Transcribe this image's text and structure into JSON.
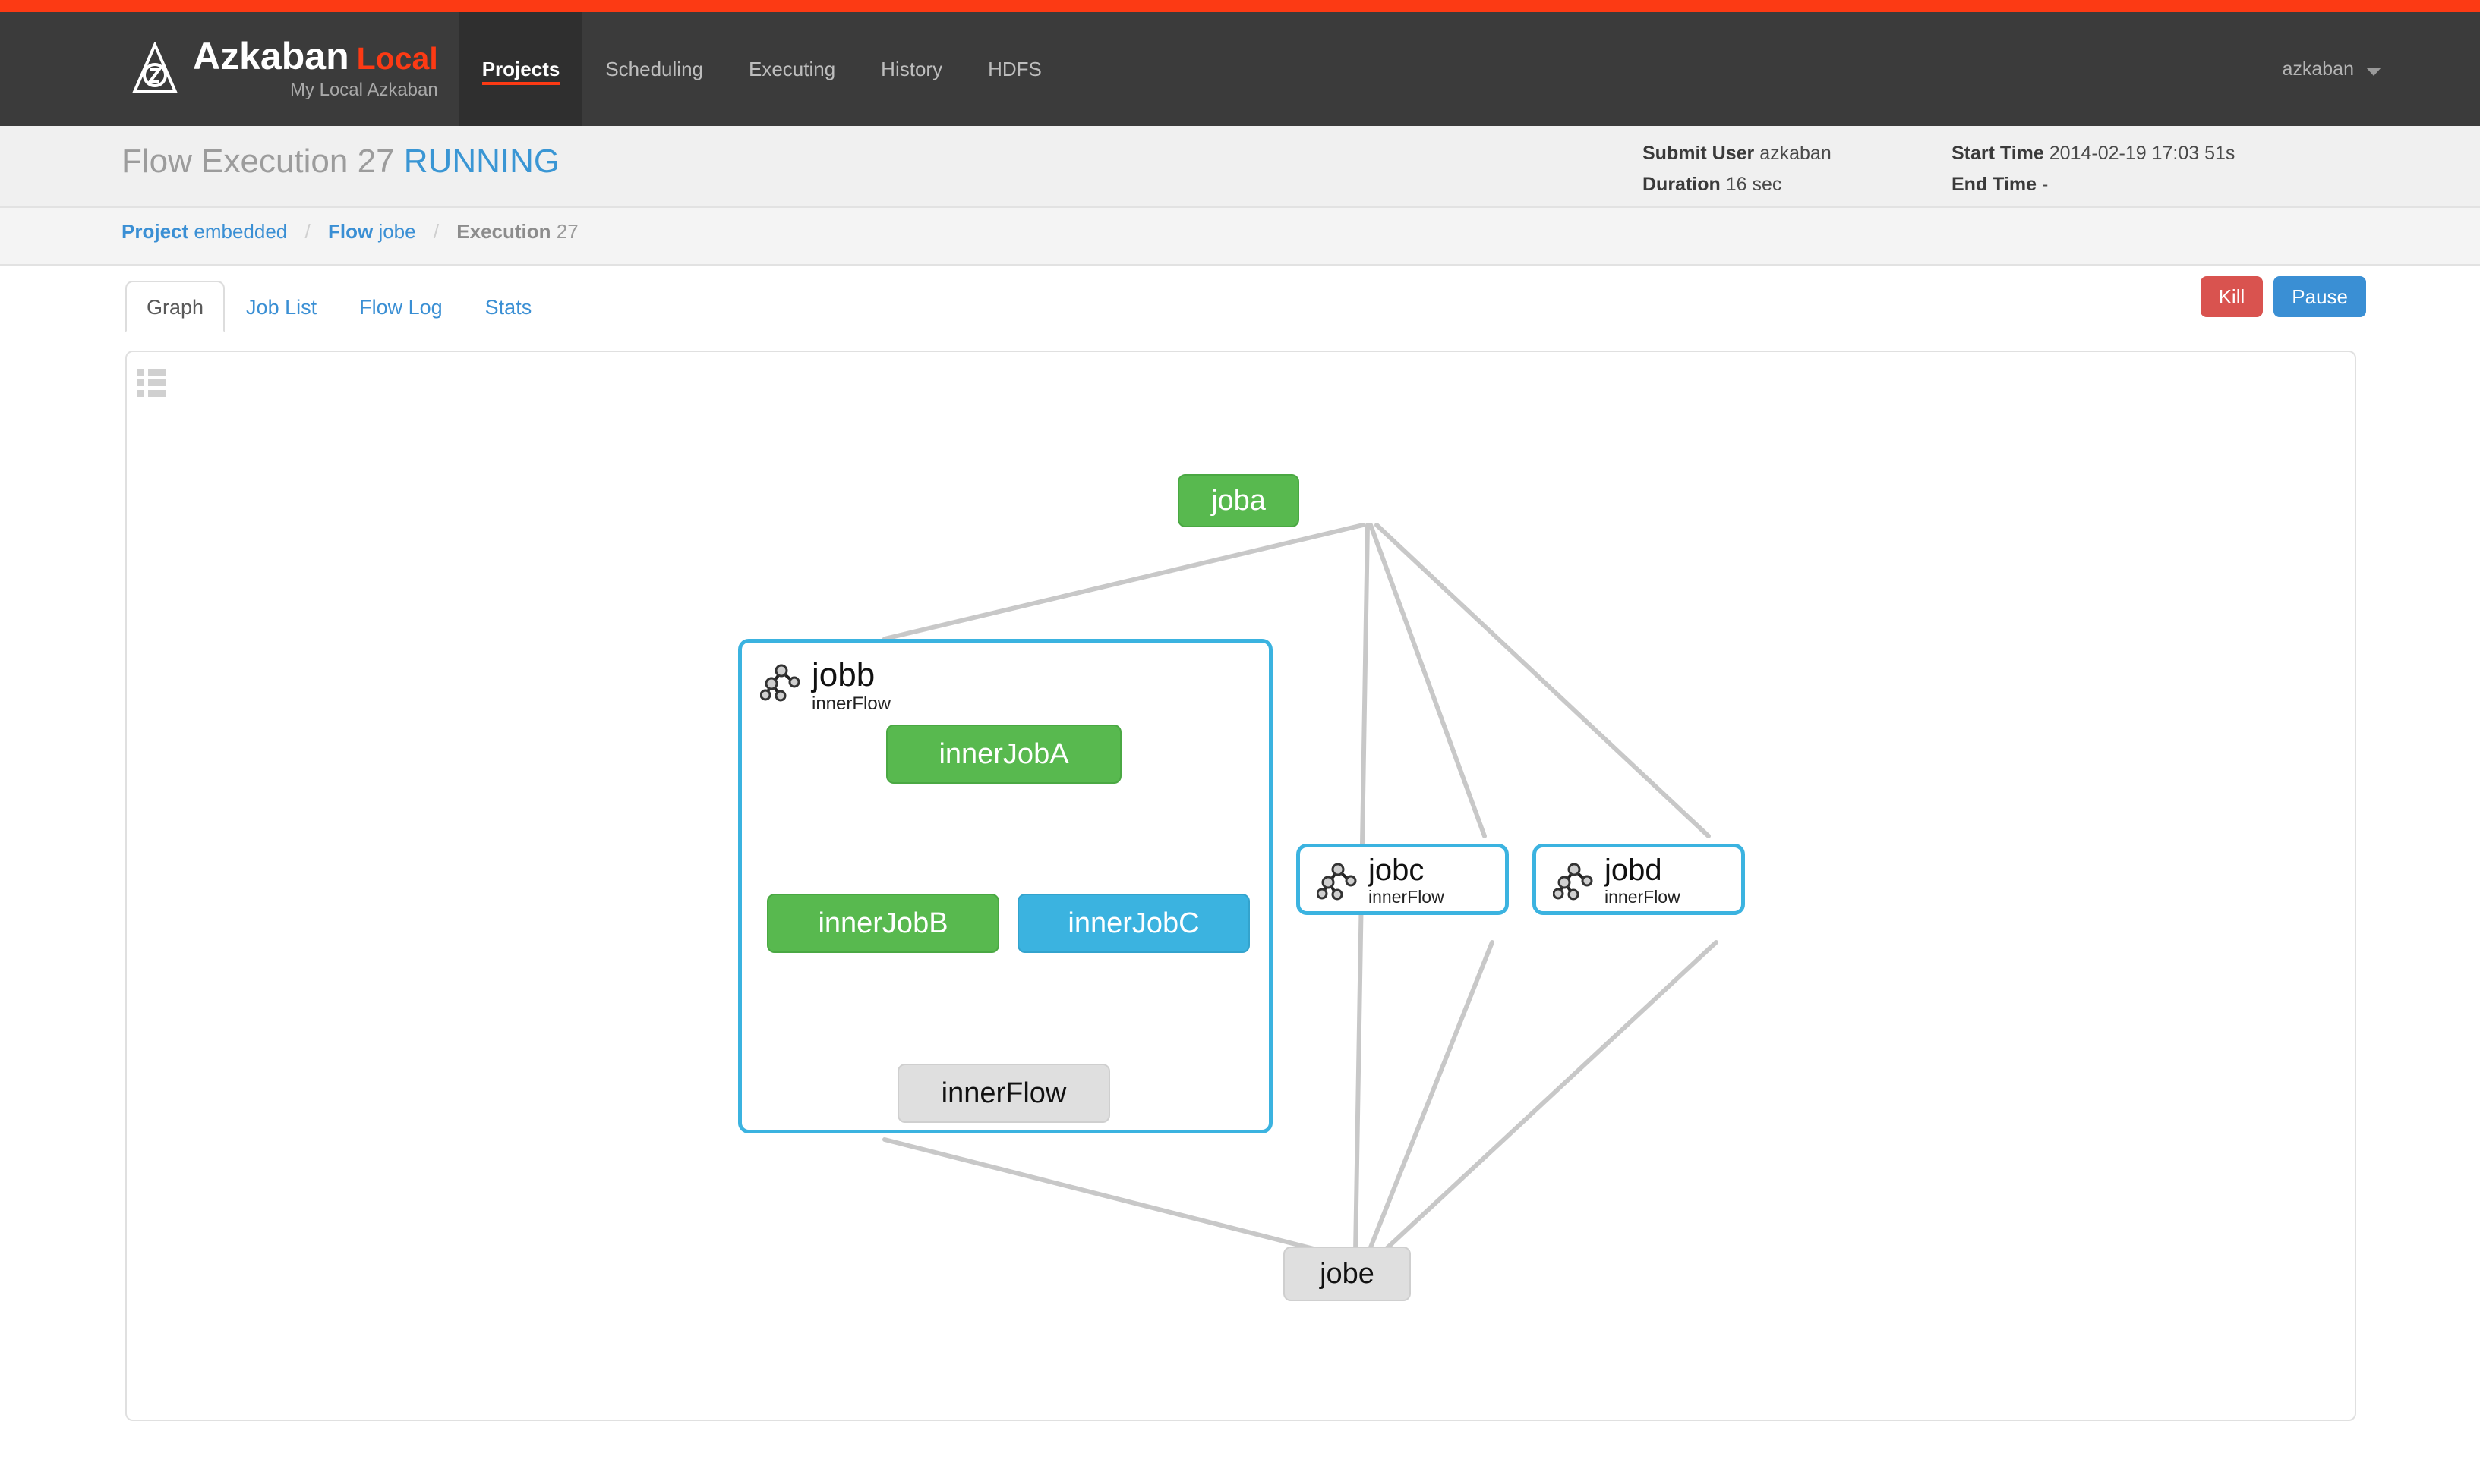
{
  "navbar": {
    "logo_icon": "azkaban-logo-icon",
    "brand": "Azkaban",
    "brand_suffix": "Local",
    "brand_sub": "My Local Azkaban",
    "items": [
      {
        "label": "Projects",
        "active": true
      },
      {
        "label": "Scheduling",
        "active": false
      },
      {
        "label": "Executing",
        "active": false
      },
      {
        "label": "History",
        "active": false
      },
      {
        "label": "HDFS",
        "active": false
      }
    ],
    "user": "azkaban",
    "user_caret_icon": "chevron-down-icon"
  },
  "execution": {
    "title_prefix": "Flow Execution",
    "exec_id": "27",
    "status": "RUNNING",
    "meta": {
      "submit_user_label": "Submit User",
      "submit_user_value": "azkaban",
      "duration_label": "Duration",
      "duration_value": "16 sec",
      "start_time_label": "Start Time",
      "start_time_value": "2014-02-19 17:03 51s",
      "end_time_label": "End Time",
      "end_time_value": "-"
    }
  },
  "breadcrumb": {
    "project_label": "Project",
    "project_value": "embedded",
    "flow_label": "Flow",
    "flow_value": "jobe",
    "execution_label": "Execution",
    "execution_value": "27",
    "separator": "/"
  },
  "tabs": [
    {
      "label": "Graph",
      "active": true
    },
    {
      "label": "Job List",
      "active": false
    },
    {
      "label": "Flow Log",
      "active": false
    },
    {
      "label": "Stats",
      "active": false
    }
  ],
  "actions": {
    "kill_label": "Kill",
    "pause_label": "Pause"
  },
  "graph": {
    "toolbar_icon": "list-menu-icon",
    "flow_icon": "flow-tree-icon",
    "colors": {
      "success": "#58b94f",
      "running": "#3bb3e0",
      "ready": "#dfdfdf",
      "edge": "#c8c8c8"
    },
    "nodes": [
      {
        "id": "joba",
        "label": "joba",
        "status": "success",
        "kind": "job"
      },
      {
        "id": "jobb",
        "label": "jobb",
        "sub": "innerFlow",
        "status": "running",
        "kind": "flow-expanded"
      },
      {
        "id": "innerJobA",
        "label": "innerJobA",
        "status": "success",
        "kind": "job"
      },
      {
        "id": "innerJobB",
        "label": "innerJobB",
        "status": "success",
        "kind": "job"
      },
      {
        "id": "innerJobC",
        "label": "innerJobC",
        "status": "running",
        "kind": "job"
      },
      {
        "id": "innerFlow",
        "label": "innerFlow",
        "status": "ready",
        "kind": "job"
      },
      {
        "id": "jobc",
        "label": "jobc",
        "sub": "innerFlow",
        "status": "running",
        "kind": "flow-collapsed"
      },
      {
        "id": "jobd",
        "label": "jobd",
        "sub": "innerFlow",
        "status": "running",
        "kind": "flow-collapsed"
      },
      {
        "id": "jobe",
        "label": "jobe",
        "status": "ready",
        "kind": "job"
      }
    ],
    "edges": [
      {
        "from": "joba",
        "to": "jobb"
      },
      {
        "from": "joba",
        "to": "jobc"
      },
      {
        "from": "joba",
        "to": "jobd"
      },
      {
        "from": "joba",
        "to": "jobe"
      },
      {
        "from": "innerJobA",
        "to": "innerJobB"
      },
      {
        "from": "innerJobA",
        "to": "innerJobC"
      },
      {
        "from": "innerJobB",
        "to": "innerFlow"
      },
      {
        "from": "innerJobC",
        "to": "innerFlow"
      },
      {
        "from": "jobb",
        "to": "jobe"
      },
      {
        "from": "jobc",
        "to": "jobe"
      },
      {
        "from": "jobd",
        "to": "jobe"
      }
    ]
  }
}
